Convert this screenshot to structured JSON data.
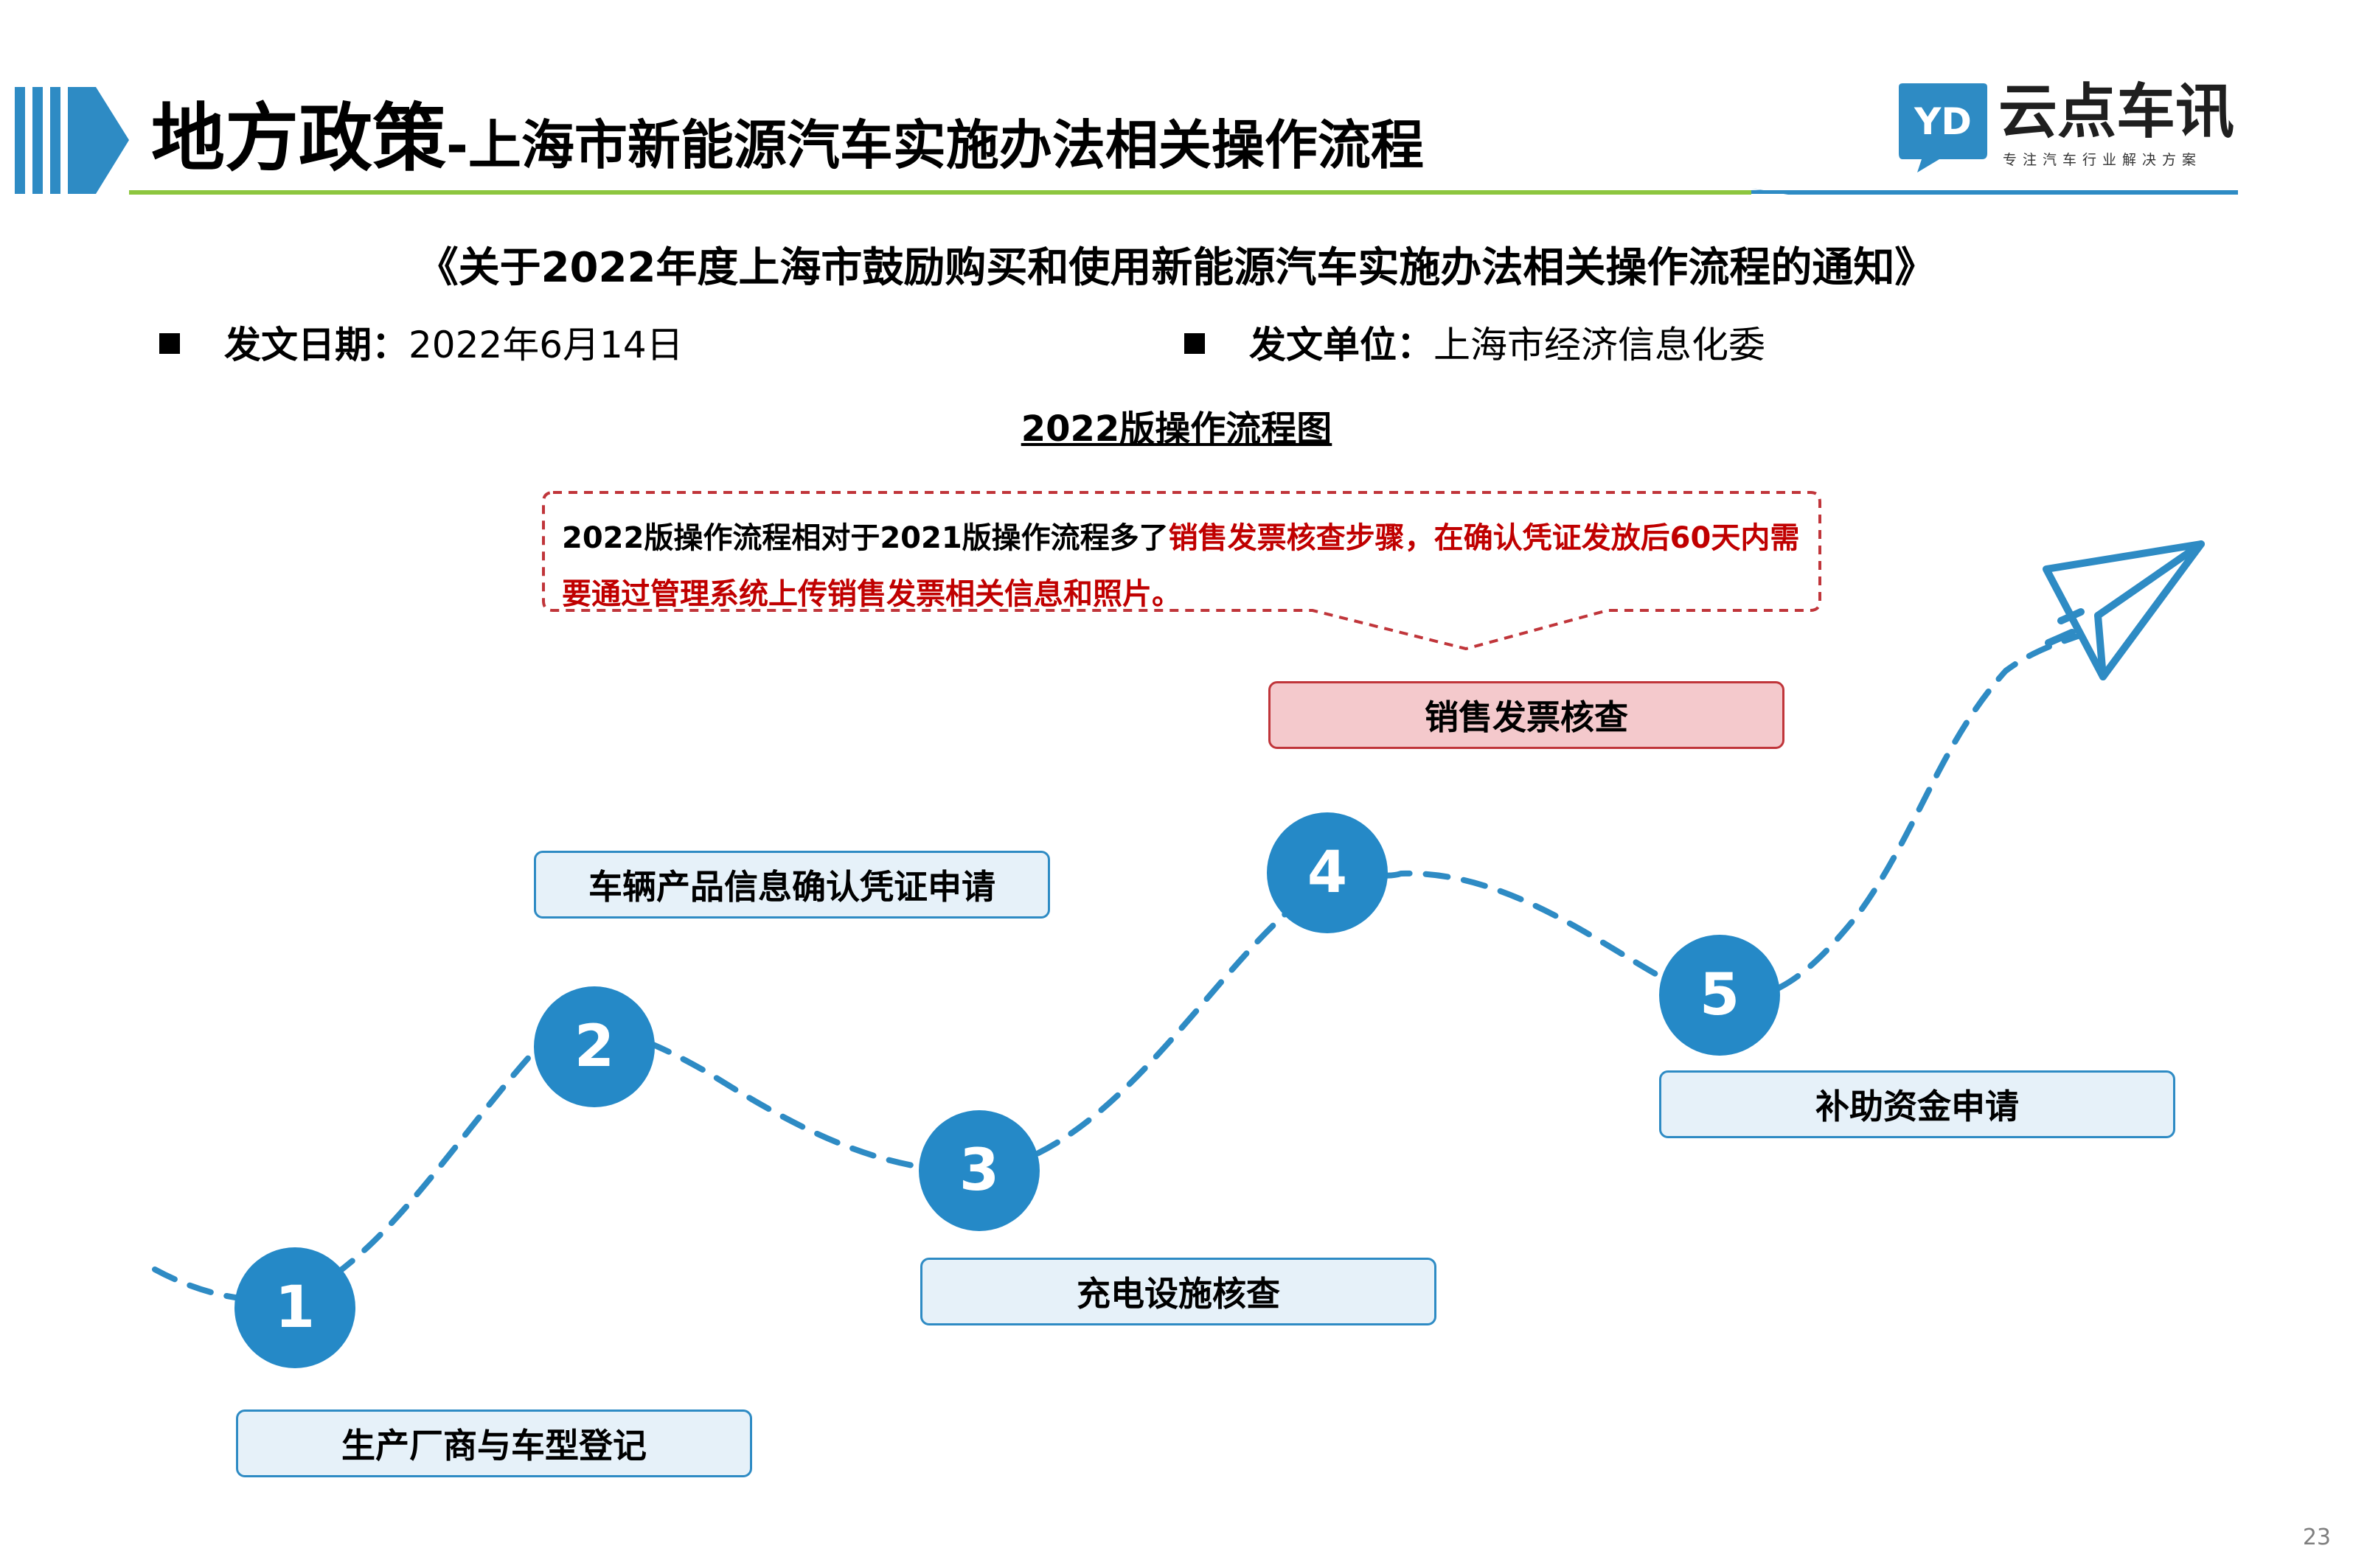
{
  "header": {
    "title_main": "地方政策",
    "title_sub": "-上海市新能源汽车实施办法相关操作流程",
    "logo_text": "云点车讯",
    "logo_tagline": "专注汽车行业解决方案",
    "logo_mark": "YD"
  },
  "document": {
    "title": "《关于2022年度上海市鼓励购买和使用新能源汽车实施办法相关操作流程的通知》",
    "date_label": "发文日期：",
    "date_value": "2022年6月14日",
    "issuer_label": "发文单位：",
    "issuer_value": "上海市经济信息化委"
  },
  "flowchart": {
    "title": "2022版操作流程图",
    "callout_prefix": "2022版操作流程相对于2021版操作流程多了",
    "callout_highlight": "销售发票核查步骤，在确认凭证发放后60天内需要通过管理系统上传销售发票相关信息和照片。",
    "steps": [
      {
        "number": "1",
        "label": "生产厂商与车型登记"
      },
      {
        "number": "2",
        "label": "车辆产品信息确认凭证申请"
      },
      {
        "number": "3",
        "label": "充电设施核查"
      },
      {
        "number": "4",
        "label": "销售发票核查"
      },
      {
        "number": "5",
        "label": "补助资金申请"
      }
    ]
  },
  "page_number": "23",
  "colors": {
    "accent_blue": "#2589c7",
    "highlight_red": "#c00000",
    "header_green": "#8dc63f"
  }
}
